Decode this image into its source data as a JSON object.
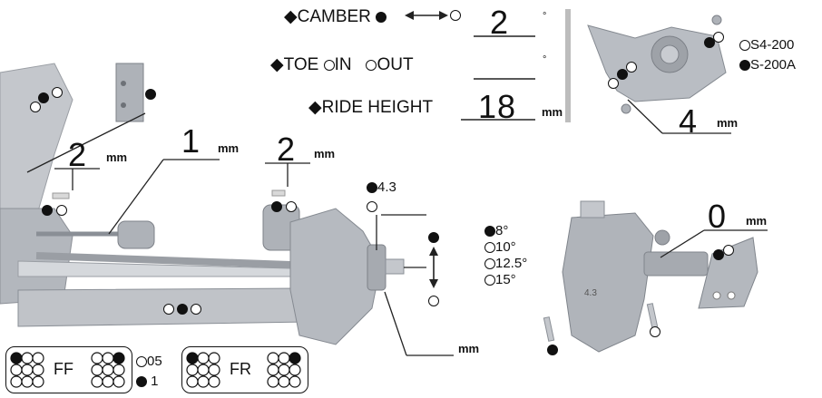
{
  "settings": {
    "camber": {
      "label": "◆CAMBER",
      "value": "2",
      "unit": "°"
    },
    "toe": {
      "label": "◆TOE",
      "in_label": "IN",
      "out_label": "OUT",
      "value": "",
      "unit": "°"
    },
    "ride_height": {
      "label": "◆RIDE HEIGHT",
      "value": "18",
      "unit": "mm"
    }
  },
  "arm": {
    "option_a": "S4-200",
    "option_b": "S-200A",
    "value": "4",
    "unit": "mm"
  },
  "upper_left": {
    "value": "2",
    "unit": "mm"
  },
  "turnbuckle": {
    "value": "1",
    "unit": "mm"
  },
  "upper_mid": {
    "value": "2",
    "unit": "mm"
  },
  "hub": {
    "value": "4.3",
    "hub_mark": "4.3"
  },
  "knuckle": {
    "value": "0",
    "unit": "mm",
    "angles": [
      "8°",
      "10°",
      "12.5°",
      "15°"
    ]
  },
  "axle_spacer": {
    "value": "",
    "unit": "mm"
  },
  "bottom": {
    "ff_label": "FF",
    "fr_label": "FR",
    "option_a": "05",
    "option_b": "1"
  },
  "colors": {
    "part_fill": "#b8bcc2",
    "part_dark": "#8a8f96",
    "divider": "#bdbdbd"
  }
}
